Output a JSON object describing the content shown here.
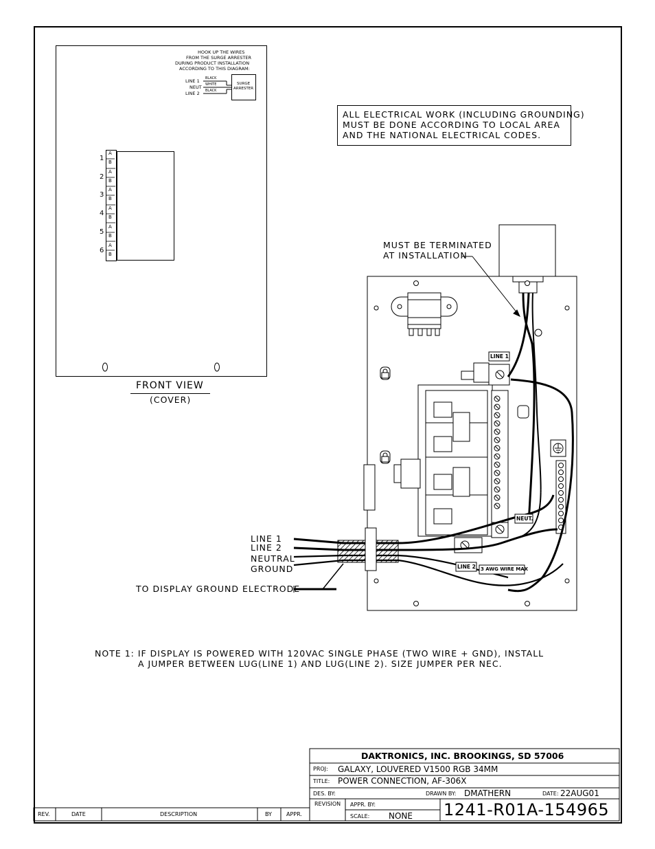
{
  "cover": {
    "instruction": [
      "HOOK UP THE WIRES",
      "FROM THE SURGE ARRESTER",
      "DURING PRODUCT INSTALLATION",
      "ACCORDING TO THIS DIAGRAM:"
    ],
    "wires": [
      {
        "label": "LINE 1",
        "color": "BLACK"
      },
      {
        "label": "NEUT",
        "color": "WHITE"
      },
      {
        "label": "LINE 2",
        "color": "BLACK"
      }
    ],
    "arrester": [
      "SURGE",
      "ARRESTER"
    ],
    "terminals": [
      {
        "num": "1",
        "a": "A",
        "b": "B"
      },
      {
        "num": "2",
        "a": "A",
        "b": "B"
      },
      {
        "num": "3",
        "a": "A",
        "b": "B"
      },
      {
        "num": "4",
        "a": "A",
        "b": "B"
      },
      {
        "num": "5",
        "a": "A",
        "b": "B"
      },
      {
        "num": "6",
        "a": "A",
        "b": "B"
      }
    ],
    "view_title": "FRONT VIEW",
    "view_subtitle": "(COVER)"
  },
  "warning": [
    "ALL ELECTRICAL WORK (INCLUDING GROUNDING)",
    "MUST BE DONE ACCORDING TO LOCAL AREA",
    "AND THE NATIONAL ELECTRICAL CODES."
  ],
  "panel": {
    "callout": [
      "MUST BE TERMINATED",
      "AT INSTALLATION"
    ],
    "tag_line1": "LINE 1",
    "tag_neut": "NEUT.",
    "tag_line2": "LINE 2",
    "tag_awg": "3 AWG WIRE MAX"
  },
  "wire_labels": [
    "LINE 1",
    "LINE 2",
    "NEUTRAL",
    "GROUND"
  ],
  "ground_label": "TO DISPLAY GROUND ELECTRODE",
  "note": [
    "NOTE 1: IF DISPLAY IS POWERED WITH 120VAC SINGLE PHASE (TWO WIRE + GND),  INSTALL",
    "A JUMPER BETWEEN LUG(LINE 1) AND LUG(LINE 2). SIZE JUMPER PER NEC."
  ],
  "title_block": {
    "company": "DAKTRONICS, INC.   BROOKINGS, SD  57006",
    "proj_label": "PROJ:",
    "proj": "GALAXY, LOUVERED V1500 RGB 34MM",
    "title_label": "TITLE:",
    "title": "POWER CONNECTION, AF-306X",
    "des_label": "DES. BY:",
    "drawn_label": "DRAWN BY:",
    "drawn": "DMATHERN",
    "date_label": "DATE:",
    "date": "22AUG01",
    "revision_label": "REVISION",
    "appr_label": "APPR. BY:",
    "scale_label": "SCALE:",
    "scale": "NONE",
    "drawing_number": "1241-R01A-154965"
  },
  "revision_table": {
    "headers": [
      "REV.",
      "DATE",
      "DESCRIPTION",
      "BY",
      "APPR."
    ]
  }
}
